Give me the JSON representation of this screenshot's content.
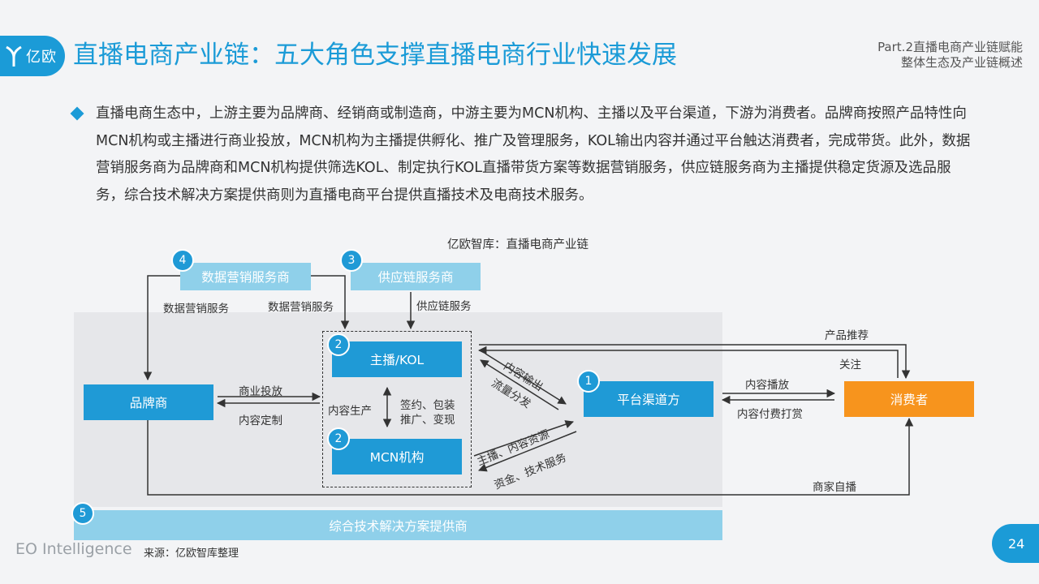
{
  "header": {
    "logo_text": "亿欧",
    "title": "直播电商产业链：五大角色支撑直播电商行业快速发展",
    "part_line1": "Part.2直播电商产业链赋能",
    "part_line2": "整体生态及产业链概述"
  },
  "intro": "直播电商生态中，上游主要为品牌商、经销商或制造商，中游主要为MCN机构、主播以及平台渠道，下游为消费者。品牌商按照产品特性向MCN机构或主播进行商业投放，MCN机构为主播提供孵化、推广及管理服务，KOL输出内容并通过平台触达消费者，完成带货。此外，数据营销服务商为品牌商和MCN机构提供筛选KOL、制定执行KOL直播带货方案等数据营销服务，供应链服务商为主播提供稳定货源及选品服务，综合技术解决方案提供商则为直播电商平台提供直播技术及电商技术服务。",
  "diagram": {
    "title": "亿欧智库：直播电商产业链",
    "nodes": {
      "data_marketing": {
        "label": "数据营销服务商",
        "badge": "4"
      },
      "supply_chain": {
        "label": "供应链服务商",
        "badge": "3"
      },
      "anchor": {
        "label": "主播/KOL",
        "badge": "2"
      },
      "mcn": {
        "label": "MCN机构",
        "badge": "2"
      },
      "platform": {
        "label": "平台渠道方",
        "badge": "1"
      },
      "brand": {
        "label": "品牌商"
      },
      "consumer": {
        "label": "消费者"
      },
      "tech": {
        "label": "综合技术解决方案提供商",
        "badge": "5"
      }
    },
    "edges": {
      "dm_left": "数据营销服务",
      "dm_right": "数据营销服务",
      "supply": "供应链服务",
      "brand_out": "商业投放",
      "brand_in": "内容定制",
      "content_production": "内容生产",
      "mcn_services_1": "签约、包装",
      "mcn_services_2": "推广、变现",
      "anchor_to_platform_1": "内容输出",
      "anchor_to_platform_2": "流量分发",
      "mcn_to_platform_1": "主播、内容资源",
      "mcn_to_platform_2": "资金、技术服务",
      "platform_out": "内容播放",
      "platform_in": "内容付费打赏",
      "product_recommend": "产品推荐",
      "follow": "关注",
      "merchant_live": "商家自播"
    },
    "colors": {
      "dark_blue": "#1f9ad6",
      "light_blue": "#8fd0ea",
      "orange": "#f7941d"
    }
  },
  "footer": {
    "brand": "EO Intelligence",
    "source": "来源：亿欧智库整理",
    "page": "24"
  }
}
